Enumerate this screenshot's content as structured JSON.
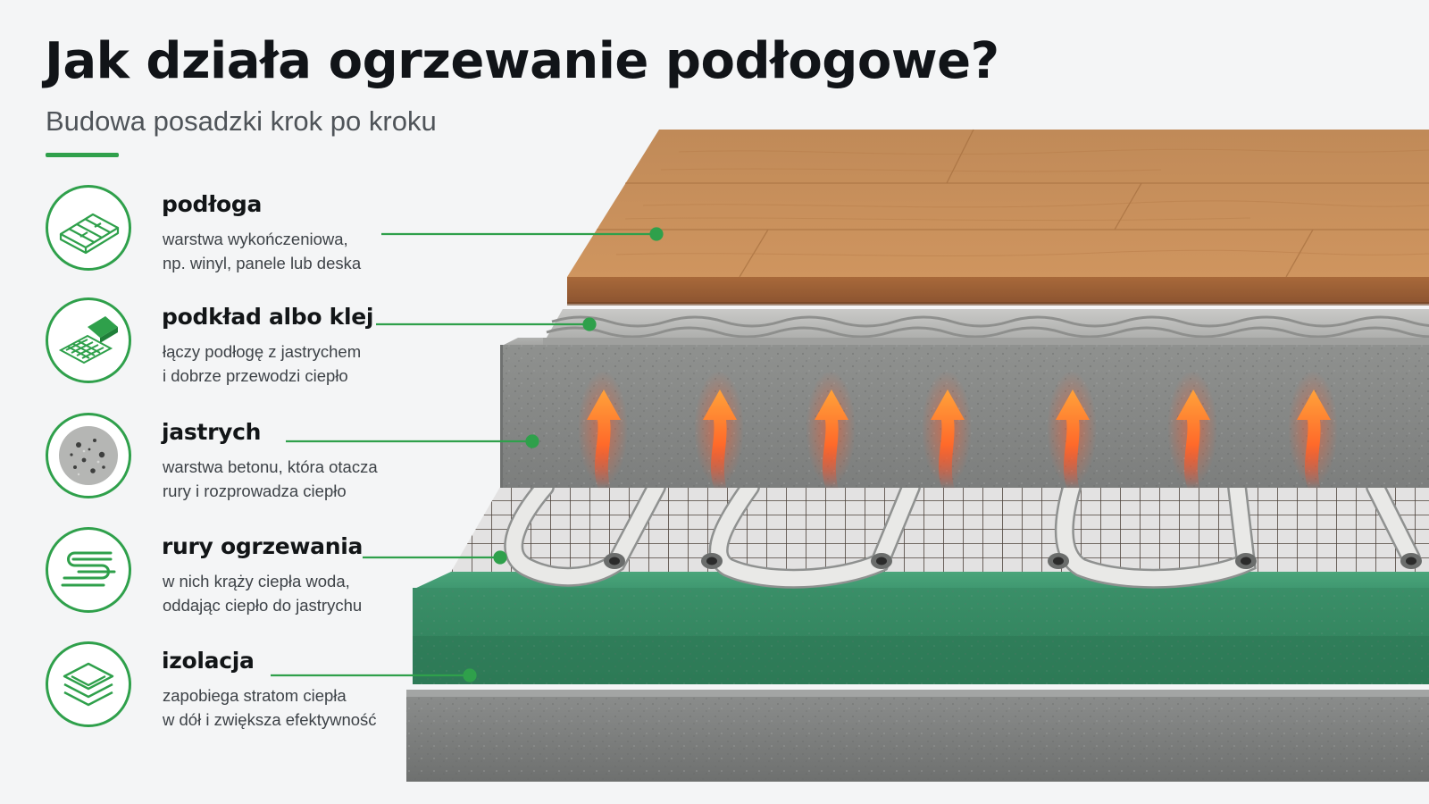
{
  "header": {
    "title": "Jak działa ogrzewanie podłogowe?",
    "subtitle": "Budowa posadzki krok po kroku"
  },
  "colors": {
    "accent": "#2fa04b",
    "insulation": "#3f9b6e",
    "concrete": "#8d8f8e",
    "wood": "#c48a55",
    "heat": "#ff8a2a"
  },
  "layers": [
    {
      "name": "podłoga",
      "icon": "floor-panels-icon",
      "desc": [
        "warstwa wykończeniowa,",
        "np. winyl, panele lub deska"
      ]
    },
    {
      "name": "podkład albo klej",
      "icon": "underlay-adhesive-icon",
      "desc": [
        "łączy podłogę z jastrychem",
        "i dobrze przewodzi ciepło"
      ]
    },
    {
      "name": "jastrych",
      "icon": "screed-concrete-icon",
      "desc": [
        "warstwa betonu, która otacza",
        "rury i rozprowadza ciepło"
      ]
    },
    {
      "name": "rury ogrzewania",
      "icon": "heating-pipe-icon",
      "desc": [
        "w nich krąży ciepła woda,",
        "oddając ciepło do jastrychu"
      ]
    },
    {
      "name": "izolacja",
      "icon": "insulation-layers-icon",
      "desc": [
        "zapobiega stratom ciepła",
        "w dół i zwiększa efektywność"
      ]
    }
  ]
}
